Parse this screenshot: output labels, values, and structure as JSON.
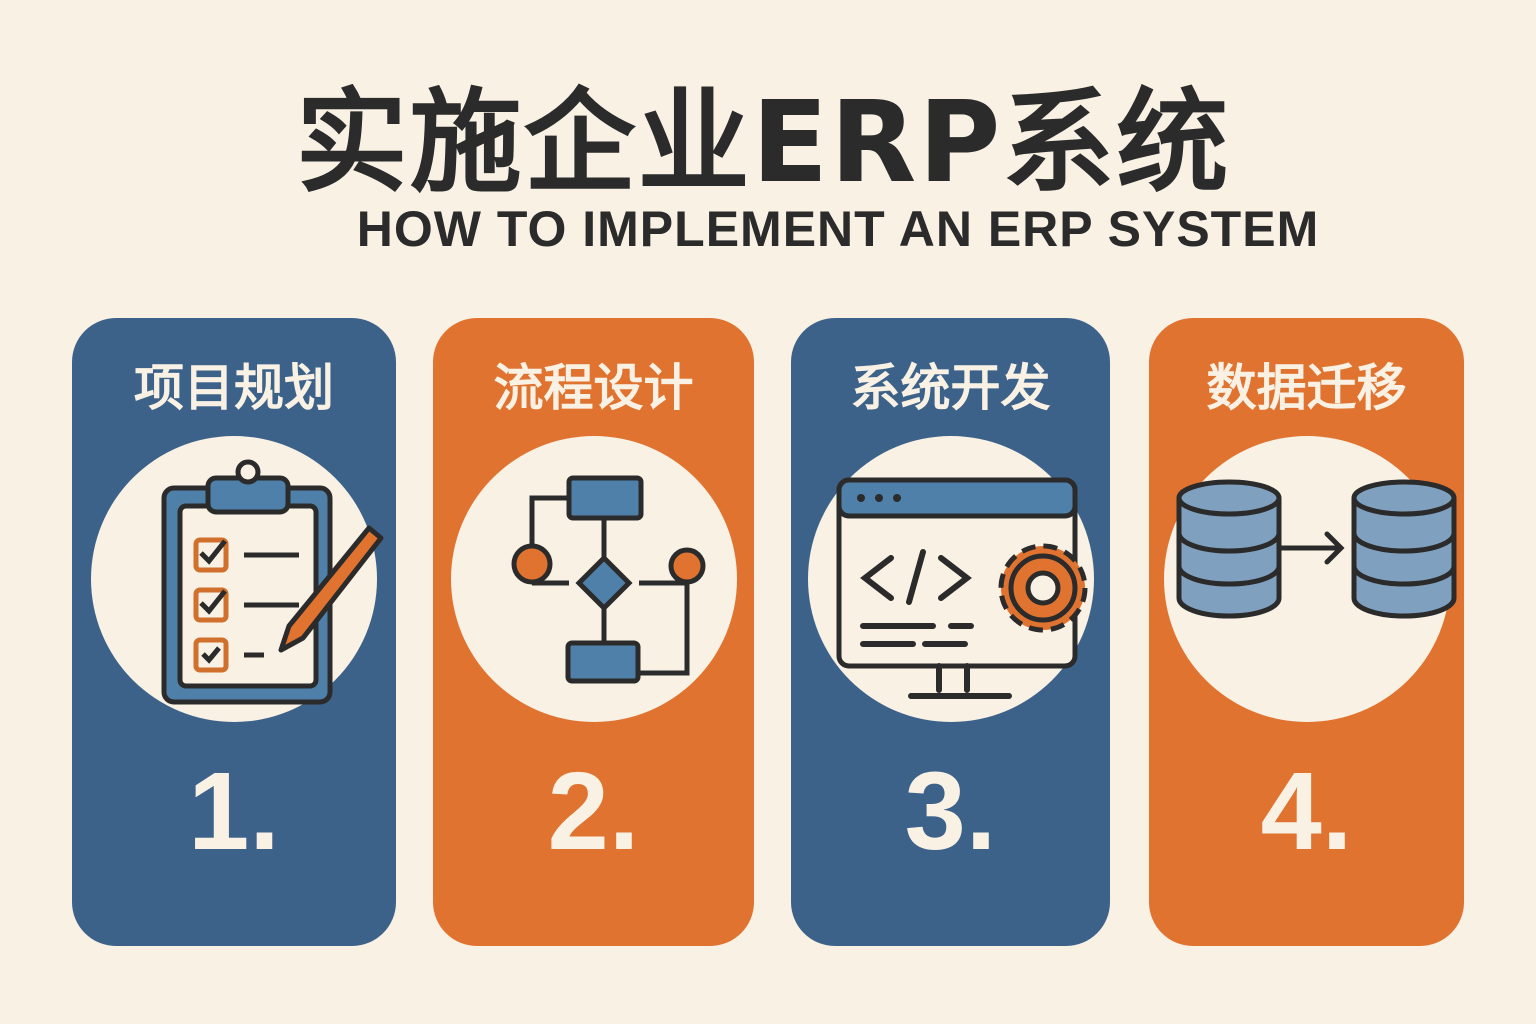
{
  "title": "实施企业ERP系统",
  "subtitle": "HOW TO IMPLEMENT AN ERP SYSTEM",
  "colors": {
    "background": "#f8f1e4",
    "blue": "#3d628a",
    "orange": "#e0732f",
    "icon_blue": "#4f80aa",
    "text_dark": "#2b2b2b"
  },
  "steps": [
    {
      "label": "项目规划",
      "number": "1.",
      "icon": "clipboard-checklist-pencil-icon"
    },
    {
      "label": "流程设计",
      "number": "2.",
      "icon": "flowchart-icon"
    },
    {
      "label": "系统开发",
      "number": "3.",
      "icon": "code-monitor-gear-icon"
    },
    {
      "label": "数据迁移",
      "number": "4.",
      "icon": "database-transfer-icon"
    }
  ]
}
